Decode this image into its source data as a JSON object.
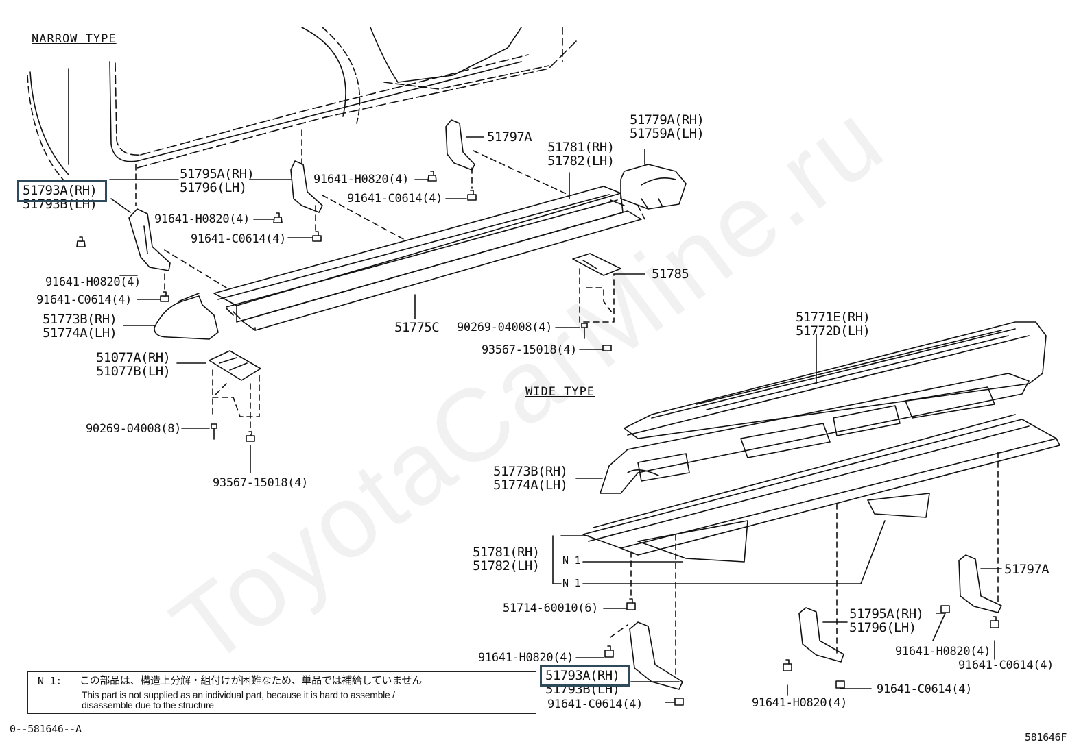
{
  "sections": {
    "narrow": "NARROW TYPE",
    "wide": "WIDE TYPE"
  },
  "labels": {
    "n_51793": [
      "51793A(RH)",
      "51793B(LH)"
    ],
    "n_51795": [
      "51795A(RH)",
      "51796(LH)"
    ],
    "n_51797": "51797A",
    "n_51781": [
      "51781(RH)",
      "51782(LH)"
    ],
    "n_51779": [
      "51779A(RH)",
      "51759A(LH)"
    ],
    "n_91641_h0820_top": "91641-H0820(4)",
    "n_91641_c0614_top": "91641-C0614(4)",
    "n_91641_h0820_mid": "91641-H0820(4)",
    "n_91641_c0614_mid": "91641-C0614(4)",
    "n_91641_h0820_left": "91641-H0820(4)",
    "n_91641_c0614_left": "91641-C0614(4)",
    "n_51785": "51785",
    "n_51773": [
      "51773B(RH)",
      "51774A(LH)"
    ],
    "n_51775": "51775C",
    "n_90269_top": "90269-04008(4)",
    "n_93567_top": "93567-15018(4)",
    "n_51077": [
      "51077A(RH)",
      "51077B(LH)"
    ],
    "n_90269_left": "90269-04008(8)",
    "n_93567_left": "93567-15018(4)",
    "w_51771": [
      "51771E(RH)",
      "51772D(LH)"
    ],
    "w_51773": [
      "51773B(RH)",
      "51774A(LH)"
    ],
    "w_51781": [
      "51781(RH)",
      "51782(LH)"
    ],
    "w_n1_a": "N 1",
    "w_n1_b": "N 1",
    "w_51797": "51797A",
    "w_51714": "51714-60010(6)",
    "w_51795": [
      "51795A(RH)",
      "51796(LH)"
    ],
    "w_91641_h0820_a": "91641-H0820(4)",
    "w_91641_c0614_a": "91641-C0614(4)",
    "w_91641_h0820_b": "91641-H0820(4)",
    "w_51793": [
      "51793A(RH)",
      "51793B(LH)"
    ],
    "w_91641_c0614_b": "91641-C0614(4)",
    "w_91641_c0614_c": "91641-C0614(4)",
    "w_91641_h0820_c": "91641-H0820(4)"
  },
  "note": {
    "marker": "N 1:",
    "jp": "この部品は、構造上分解・組付けが困難なため、単品では補給していません",
    "en_1": "This part is not supplied as an individual part, because it is hard to assemble /",
    "en_2": "disassemble due to the structure"
  },
  "footer": {
    "left": "0--581646--A",
    "right": "581646F"
  },
  "watermark": "ToyotaCarMine.ru",
  "colors": {
    "highlight": "#2f4a5a",
    "ink": "#111111"
  }
}
